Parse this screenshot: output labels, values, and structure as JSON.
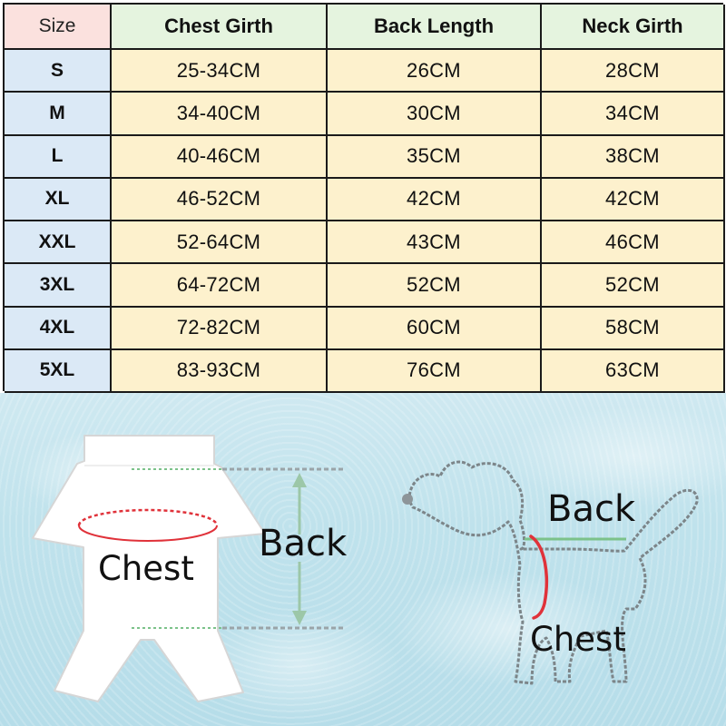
{
  "size_table": {
    "headers": [
      "Size",
      "Chest Girth",
      "Back Length",
      "Neck Girth"
    ],
    "rows": [
      [
        "S",
        "25-34CM",
        "26CM",
        "28CM"
      ],
      [
        "M",
        "34-40CM",
        "30CM",
        "34CM"
      ],
      [
        "L",
        "40-46CM",
        "35CM",
        "38CM"
      ],
      [
        "XL",
        "46-52CM",
        "42CM",
        "42CM"
      ],
      [
        "XXL",
        "52-64CM",
        "43CM",
        "46CM"
      ],
      [
        "3XL",
        "64-72CM",
        "52CM",
        "52CM"
      ],
      [
        "4XL",
        "72-82CM",
        "60CM",
        "58CM"
      ],
      [
        "5XL",
        "83-93CM",
        "76CM",
        "63CM"
      ]
    ]
  },
  "diagram": {
    "garment_chest_label": "Chest",
    "garment_back_label": "Back",
    "dog_back_label": "Back",
    "dog_chest_label": "Chest"
  },
  "colors": {
    "corner_header_bg": "#fbe1de",
    "column_header_bg": "#e5f4df",
    "size_column_bg": "#dbe9f6",
    "value_cell_bg": "#fdf1cd",
    "measure_line_red": "#e0323a",
    "measure_line_green": "#7cc28a"
  },
  "icons": {
    "garment": "pet-shirt-outline",
    "dog": "dog-silhouette-chain-outline",
    "arrow": "double-headed-arrow"
  }
}
